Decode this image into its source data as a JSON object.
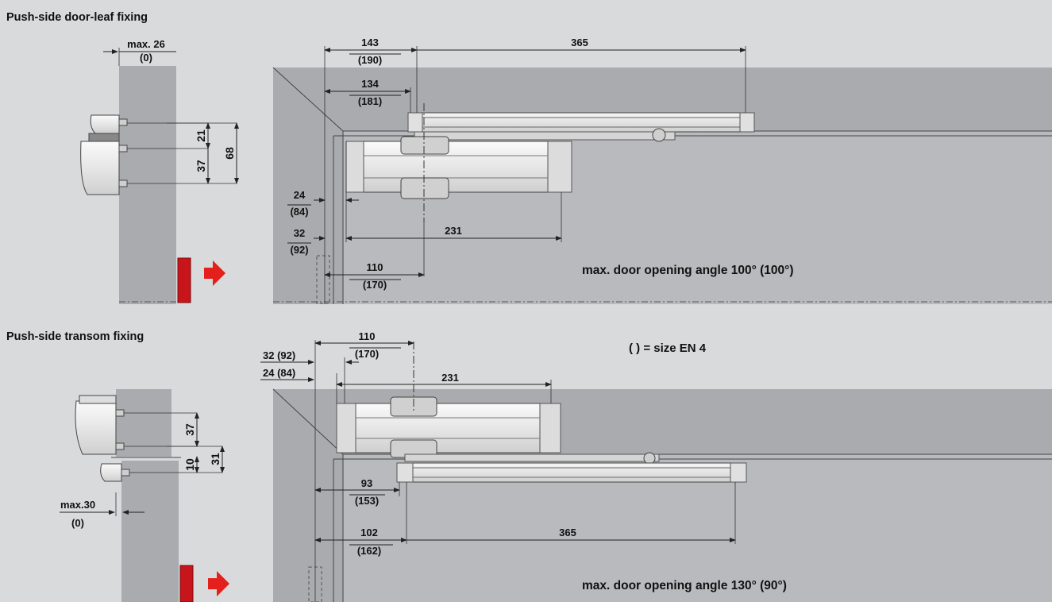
{
  "sections": {
    "top_title": "Push-side door-leaf fixing",
    "bottom_title": "Push-side transom fixing"
  },
  "legend": "( ) = size EN 4",
  "angles": {
    "top": "max. door opening angle 100° (100°)",
    "bottom": "max. door opening angle 130° (90°)"
  },
  "top_side": {
    "max_line1": "max. 26",
    "max_line2": "(0)",
    "dim_21": "21",
    "dim_37": "37",
    "dim_68": "68"
  },
  "top_plan": {
    "d143": "143",
    "d190": "(190)",
    "d365": "365",
    "d134": "134",
    "d181": "(181)",
    "d24": "24",
    "d84": "(84)",
    "d32": "32",
    "d92": "(92)",
    "d231": "231",
    "d110": "110",
    "d170": "(170)"
  },
  "bottom_side": {
    "dim_37": "37",
    "dim_10": "10",
    "dim_31": "31",
    "max_line1": "max.30",
    "max_line2": "(0)"
  },
  "bottom_plan": {
    "d110": "110",
    "d170": "(170)",
    "d32": "32 (92)",
    "d24": "24 (84)",
    "d231": "231",
    "d93": "93",
    "d153": "(153)",
    "d102": "102",
    "d162": "(162)",
    "d365": "365"
  },
  "colors": {
    "background": "#d9dadc",
    "wall": "#a9abae",
    "frame": "#b8babd",
    "closer": "#eeeeee",
    "arrow": "#e3201b"
  }
}
